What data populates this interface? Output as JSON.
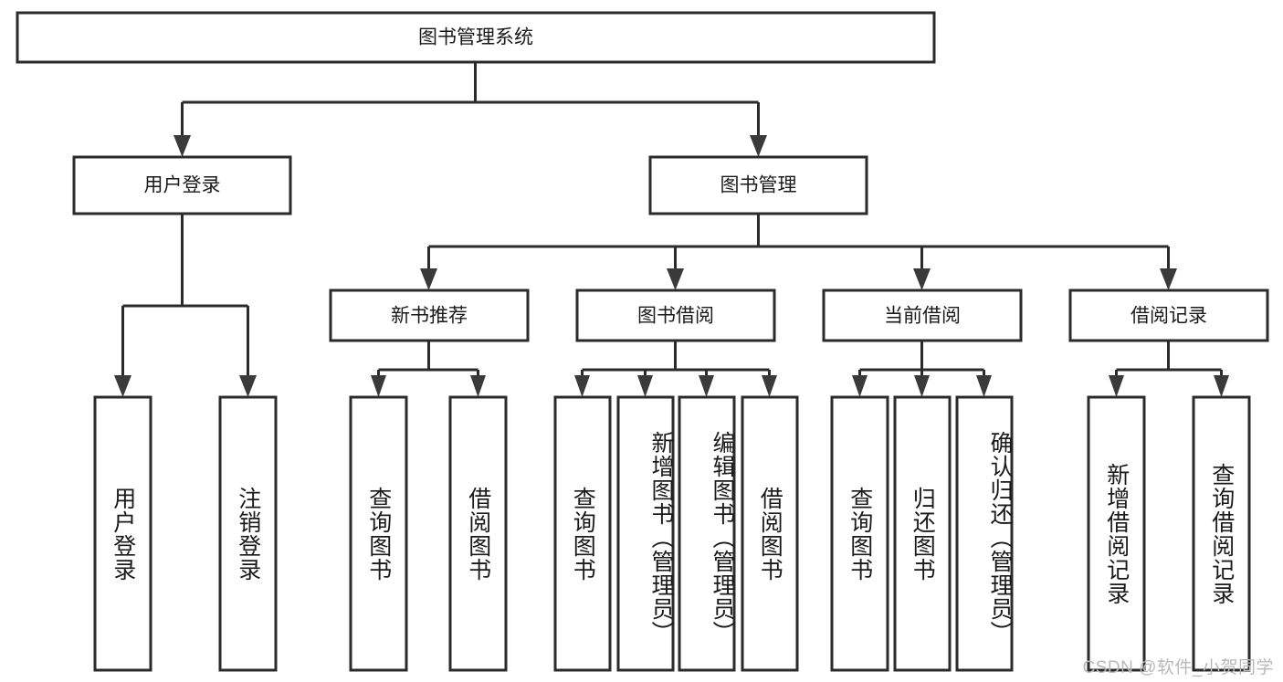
{
  "diagram": {
    "title": "图书管理系统",
    "type": "tree-hierarchy",
    "watermark": "CSDN @软件_小贺同学",
    "colors": {
      "background": "#ffffff",
      "box_fill": "#ffffff",
      "box_stroke": "#2b2b2b",
      "text": "#1a1a1a",
      "arrow": "#3a3a3a",
      "watermark": "#b9b9b9"
    },
    "root": {
      "label": "图书管理系统"
    },
    "level2": [
      {
        "label": "用户登录"
      },
      {
        "label": "图书管理"
      }
    ],
    "level3": [
      {
        "label": "新书推荐"
      },
      {
        "label": "图书借阅"
      },
      {
        "label": "当前借阅"
      },
      {
        "label": "借阅记录"
      }
    ],
    "leaves": {
      "user_login": [
        {
          "label": "用户登录"
        },
        {
          "label": "注销登录"
        }
      ],
      "new_book_recommend": [
        {
          "label": "查询图书"
        },
        {
          "label": "借阅图书"
        }
      ],
      "book_borrow": [
        {
          "label": "查询图书"
        },
        {
          "label": "新增图书（管理员）"
        },
        {
          "label": "编辑图书（管理员）"
        },
        {
          "label": "借阅图书"
        }
      ],
      "current_borrow": [
        {
          "label": "查询图书"
        },
        {
          "label": "归还图书"
        },
        {
          "label": "确认归还（管理员）"
        }
      ],
      "borrow_record": [
        {
          "label": "新增借阅记录"
        },
        {
          "label": "查询借阅记录"
        }
      ]
    }
  }
}
